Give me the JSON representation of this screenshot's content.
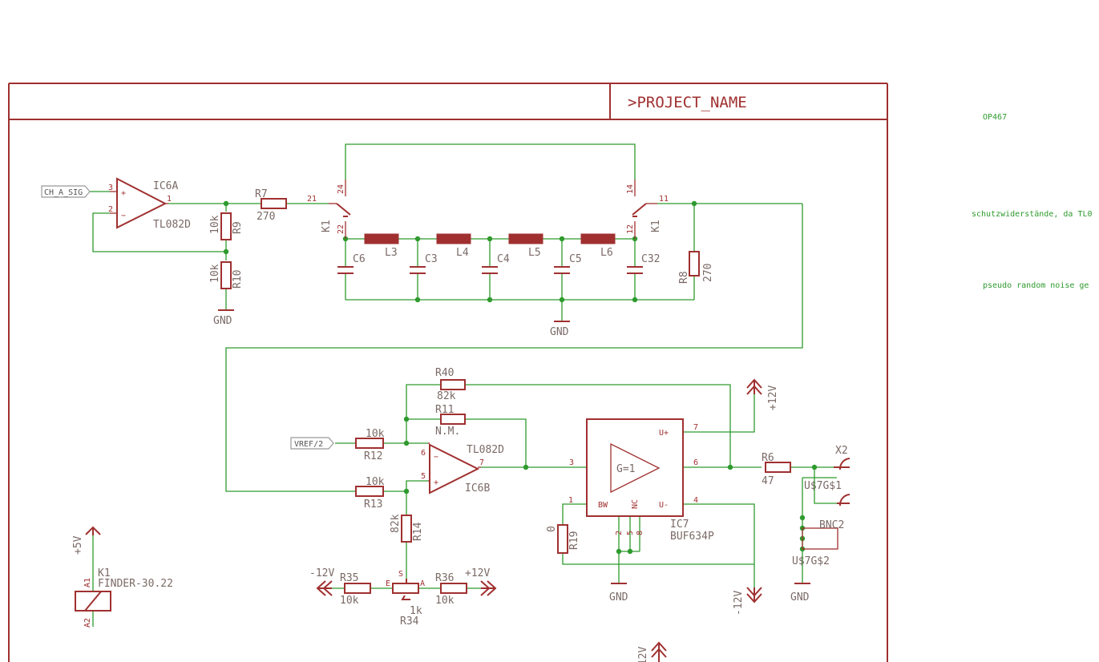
{
  "frame": {
    "title": ">PROJECT_NAME"
  },
  "notes": [
    "OP467",
    "schutzwiderstände, da TL0",
    "pseudo random noise ge"
  ],
  "ports": {
    "ch_a": "CH_A_SIG",
    "vref": "VREF/2"
  },
  "ic6a": {
    "name": "IC6A",
    "value": "TL082D",
    "pin_plus": "3",
    "pin_minus": "2",
    "pin_out": "1",
    "plus_sign": "+",
    "minus_sign": "−"
  },
  "ic6b": {
    "name": "IC6B",
    "value": "TL082D",
    "pin_minus": "6",
    "pin_plus": "5",
    "pin_out": "7",
    "plus_sign": "+",
    "minus_sign": "−"
  },
  "ic7": {
    "name": "IC7",
    "value": "BUF634P",
    "gain": "G=1",
    "pin_in": "3",
    "pin_vplus": "7",
    "pin_out": "6",
    "pin_bw_num": "1",
    "pin_vminus": "4",
    "pins_bottom": [
      "2",
      "5",
      "8"
    ],
    "label_vplus": "U+",
    "label_vminus": "U-",
    "label_bw": "BW",
    "label_nc": "NC"
  },
  "k1": {
    "name": "K1",
    "value": "FINDER-30.22",
    "coil_a1": "A1",
    "coil_a2": "A2",
    "pins_left": {
      "com": "21",
      "nc": "22",
      "no": "24"
    },
    "pins_right": {
      "com": "11",
      "nc": "12",
      "no": "14"
    }
  },
  "resistors": {
    "r7": {
      "name": "R7",
      "value": "270"
    },
    "r9": {
      "name": "R9",
      "value": "10k"
    },
    "r10": {
      "name": "R10",
      "value": "10k"
    },
    "r8": {
      "name": "R8",
      "value": "270"
    },
    "r40": {
      "name": "R40",
      "value": "82k"
    },
    "r11": {
      "name": "R11",
      "value": "N.M."
    },
    "r12": {
      "name": "R12",
      "value": "10k"
    },
    "r13": {
      "name": "R13",
      "value": "10k"
    },
    "r14": {
      "name": "R14",
      "value": "82k"
    },
    "r35": {
      "name": "R35",
      "value": "10k"
    },
    "r36": {
      "name": "R36",
      "value": "10k"
    },
    "r19": {
      "name": "R19",
      "value": "0"
    },
    "r6": {
      "name": "R6",
      "value": "47"
    },
    "r34": {
      "name": "R34",
      "value": "1k",
      "pin_e": "E",
      "pin_s": "S",
      "pin_a": "A"
    }
  },
  "caps": [
    "C6",
    "C3",
    "C4",
    "C5",
    "C32"
  ],
  "inductors": [
    "L3",
    "L4",
    "L5",
    "L6"
  ],
  "supplies": {
    "gnd": "GND",
    "p12": "+12V",
    "m12": "-12V",
    "p5": "+5V"
  },
  "connectors": {
    "x2": "X2",
    "bnc2": "BNC2",
    "g1": "U$7G$1",
    "g2": "U$7G$2"
  }
}
